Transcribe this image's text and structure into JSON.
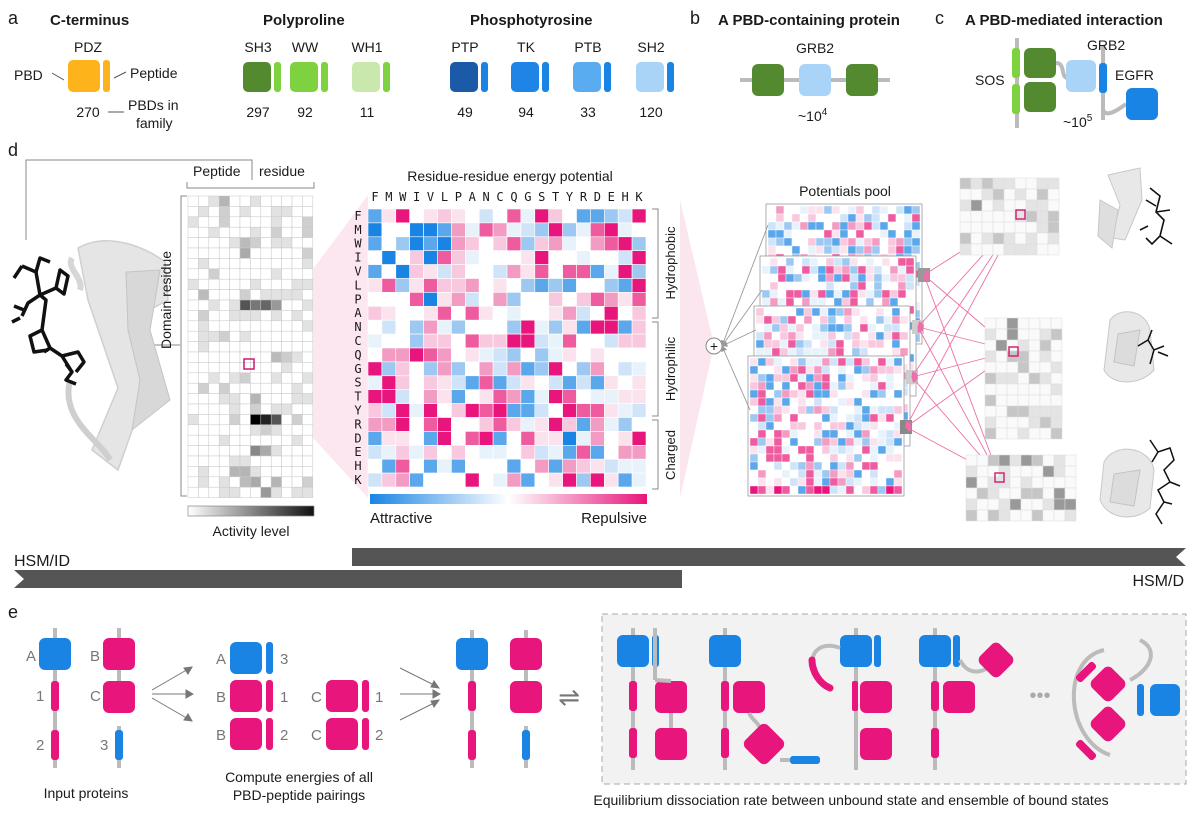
{
  "panels": {
    "a": {
      "letter": "a",
      "groups": [
        {
          "title": "C-terminus"
        },
        {
          "title": "Polyproline"
        },
        {
          "title": "Phosphotyrosine"
        }
      ],
      "pdz": {
        "name": "PDZ",
        "pbd_label": "PBD",
        "peptide_label": "Peptide",
        "count": "270",
        "count_note_1": "PBDs in",
        "count_note_2": "family"
      },
      "families": [
        {
          "name": "SH3",
          "count": "297",
          "color": "#548a2f"
        },
        {
          "name": "WW",
          "count": "92",
          "color": "#7ed13f"
        },
        {
          "name": "WH1",
          "count": "11",
          "color": "#c8e8ad"
        },
        {
          "name": "PTP",
          "count": "49",
          "color": "#1a5aa6"
        },
        {
          "name": "TK",
          "count": "94",
          "color": "#1e84e6"
        },
        {
          "name": "PTB",
          "count": "33",
          "color": "#5aacf0"
        },
        {
          "name": "SH2",
          "count": "120",
          "color": "#a9d4f7"
        }
      ]
    },
    "b": {
      "letter": "b",
      "title": "A PBD-containing protein",
      "protein": "GRB2",
      "count_base": "~10",
      "count_exp": "4"
    },
    "c": {
      "letter": "c",
      "title": "A PBD-mediated interaction",
      "sos": "SOS",
      "grb2": "GRB2",
      "egfr": "EGFR",
      "count_base": "~10",
      "count_exp": "5"
    },
    "d": {
      "letter": "d",
      "peptide_residue_1": "Peptide",
      "peptide_residue_2": "residue",
      "domain_residue": "Domain residue",
      "activity_level": "Activity level",
      "matrix_title": "Residue-residue energy potential",
      "amino_acids": [
        "F",
        "M",
        "W",
        "I",
        "V",
        "L",
        "P",
        "A",
        "N",
        "C",
        "Q",
        "G",
        "S",
        "T",
        "Y",
        "R",
        "D",
        "E",
        "H",
        "K"
      ],
      "groups": [
        "Hydrophobic",
        "Hydrophilic",
        "Charged"
      ],
      "attractive": "Attractive",
      "repulsive": "Repulsive",
      "pool_title": "Potentials pool",
      "sum_symbol": "+",
      "hsm_id": "HSM/ID",
      "hsm_d": "HSM/D"
    },
    "e": {
      "letter": "e",
      "input_caption": "Input proteins",
      "compute_caption_1": "Compute energies of all",
      "compute_caption_2": "PBD-peptide pairings",
      "equilibrium_caption": "Equilibrium dissociation rate between unbound state and ensemble of bound states",
      "labels": {
        "A": "A",
        "B": "B",
        "C": "C",
        "p1": "1",
        "p2": "2",
        "p3": "3"
      },
      "ellipsis": "•••",
      "arrows_symbol": "⇌"
    }
  },
  "colors": {
    "blue": "#1a84e4",
    "magenta": "#e8157c",
    "dark_green": "#548a2f",
    "light_green": "#7ed13f",
    "light_blue": "#a9d4f7",
    "gray": "#555555",
    "orange": "#ffb31a"
  }
}
